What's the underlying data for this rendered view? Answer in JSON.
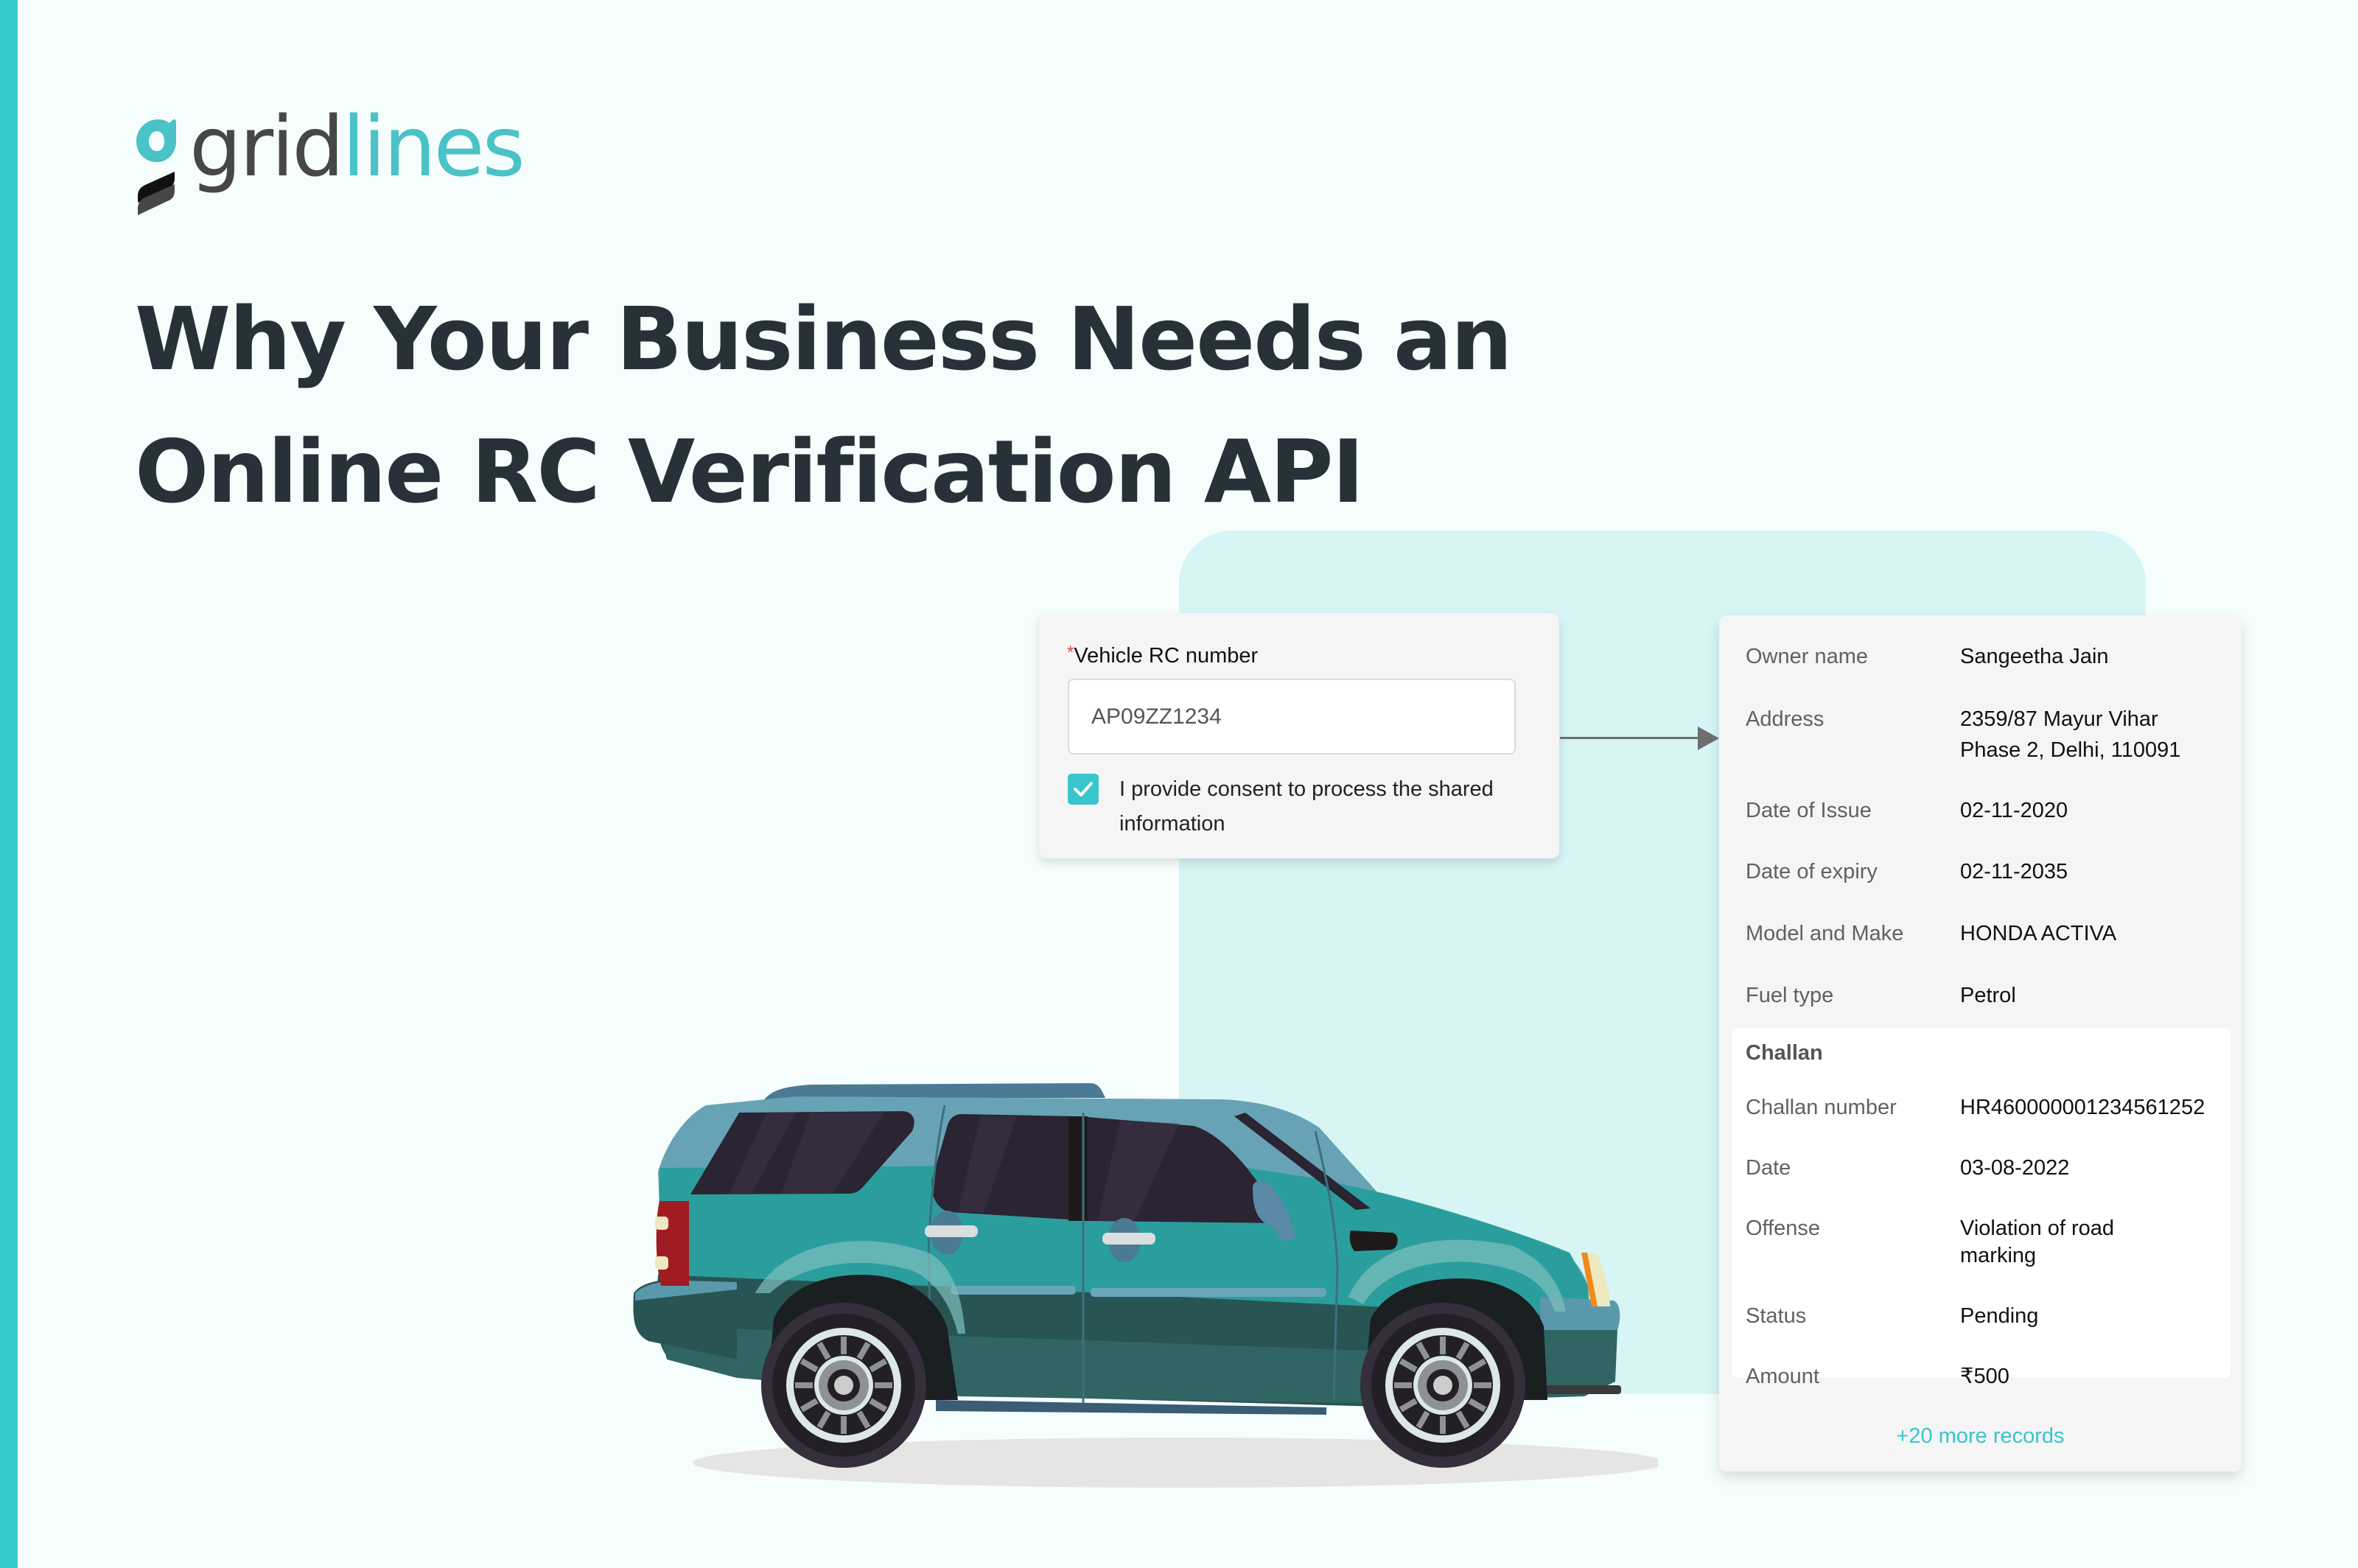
{
  "brand": {
    "name_part1": "grid",
    "name_part2": "lines",
    "accent_color": "#4AC2C6",
    "dark_color": "#474747"
  },
  "heading": {
    "line1": "Why Your Business Needs an",
    "line2": "Online RC Verification API"
  },
  "form": {
    "required_marker": "*",
    "label": "Vehicle RC number",
    "input_value": "AP09ZZ1234",
    "consent_checked": true,
    "consent_text": "I provide consent to process the shared information"
  },
  "result": {
    "rows": [
      {
        "label": "Owner name",
        "value": "Sangeetha Jain"
      },
      {
        "label": "Address",
        "value": "2359/87 Mayur Vihar Phase 2, Delhi, 110091"
      },
      {
        "label": "Date of Issue",
        "value": "02-11-2020"
      },
      {
        "label": "Date of expiry",
        "value": "02-11-2035"
      },
      {
        "label": "Model and Make",
        "value": "HONDA ACTIVA"
      },
      {
        "label": "Fuel type",
        "value": "Petrol"
      }
    ],
    "challan": {
      "title": "Challan",
      "rows": [
        {
          "label": "Challan number",
          "value": "HR460000001234561252"
        },
        {
          "label": "Date",
          "value": "03-08-2022"
        },
        {
          "label": "Offense",
          "value": "Violation of road marking"
        },
        {
          "label": "Status",
          "value": "Pending"
        },
        {
          "label": "Amount",
          "value": "₹500"
        }
      ]
    },
    "more_records": "+20 more records"
  },
  "colors": {
    "background": "#F6FDFD",
    "stripe": "#36CBCB",
    "panel": "#D6F5F4",
    "heading": "#263238",
    "checkbox": "#36C6CC",
    "link": "#36C6CC"
  }
}
